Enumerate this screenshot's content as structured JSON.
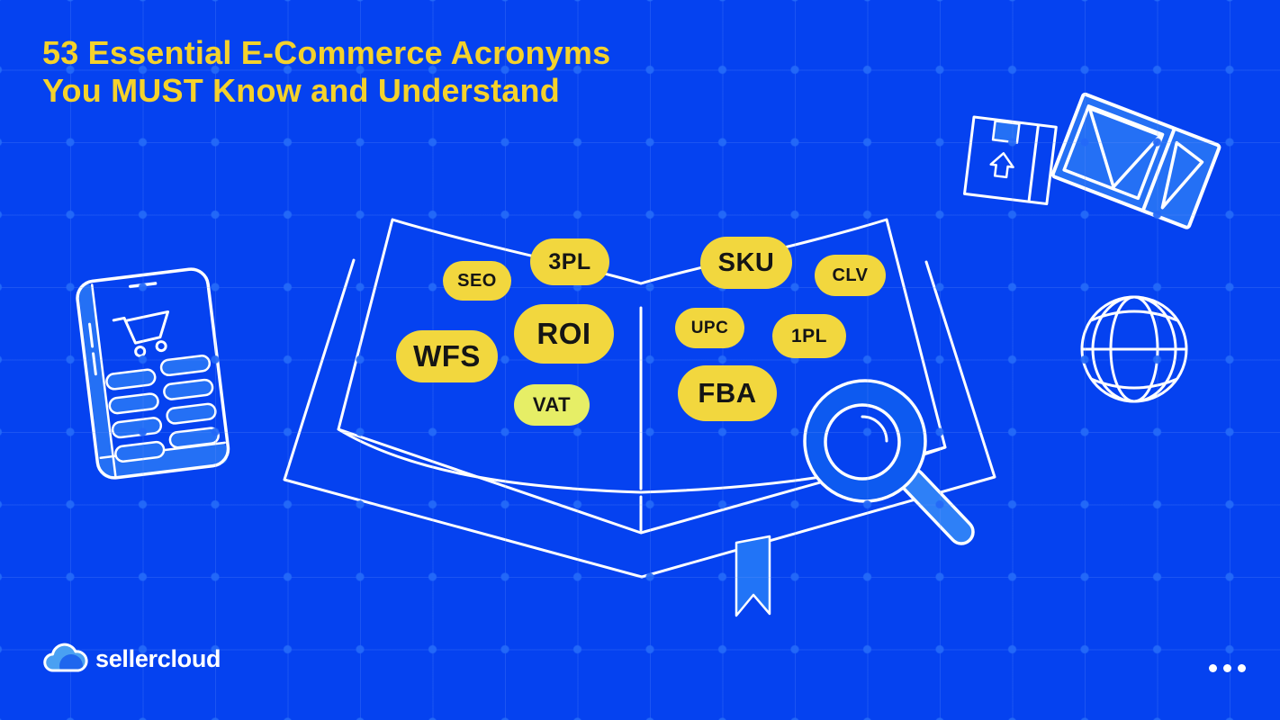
{
  "title": {
    "line1": "53 Essential E-Commerce Acronyms",
    "line2": "You MUST Know and Understand"
  },
  "acronyms": [
    {
      "id": "seo",
      "label": "SEO"
    },
    {
      "id": "3pl",
      "label": "3PL"
    },
    {
      "id": "roi",
      "label": "ROI"
    },
    {
      "id": "wfs",
      "label": "WFS"
    },
    {
      "id": "vat",
      "label": "VAT"
    },
    {
      "id": "sku",
      "label": "SKU"
    },
    {
      "id": "clv",
      "label": "CLV"
    },
    {
      "id": "upc",
      "label": "UPC"
    },
    {
      "id": "1pl",
      "label": "1PL"
    },
    {
      "id": "fba",
      "label": "FBA"
    }
  ],
  "logo": {
    "text": "sellercloud"
  },
  "footer": {
    "menu_icon": "ellipsis-icon"
  },
  "illustrations": [
    "open-book-illustration",
    "bookmark-ribbon",
    "magnifying-glass-icon",
    "smartphone-shopping-cart-illustration",
    "shipping-box-icon",
    "flattened-box-icon",
    "globe-icon",
    "cloud-logo-icon"
  ],
  "colors": {
    "background": "#0542f0",
    "title_yellow": "#f5d22b",
    "pill_yellow": "#f2d73e",
    "pill_yellow_green": "#e6ee66",
    "pill_text": "#151515",
    "illustration_light_blue": "#2470f5",
    "magnifier_ring_blue": "#0d5af0",
    "line_white": "#ffffff",
    "grid_dot_blue": "#2369f8"
  }
}
